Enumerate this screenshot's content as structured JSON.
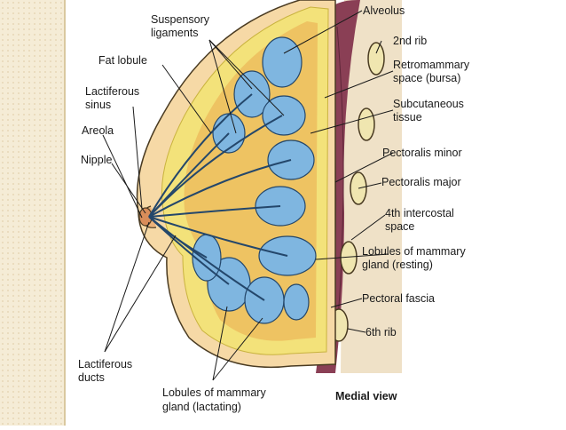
{
  "labels": {
    "suspensory": [
      "Suspensory",
      "ligaments"
    ],
    "alveolus": "Alveolus",
    "fat_lobule": "Fat lobule",
    "rib2": "2nd rib",
    "retromammary": [
      "Retromammary",
      "space (bursa)"
    ],
    "lactiferous_sinus": [
      "Lactiferous",
      "sinus"
    ],
    "subcutaneous": [
      "Subcutaneous",
      "tissue"
    ],
    "areola": "Areola",
    "pectoralis_minor": "Pectoralis minor",
    "nipple": "Nipple",
    "pectoralis_major": "Pectoralis major",
    "intercostal": [
      "4th intercostal",
      "space"
    ],
    "lobules_resting": [
      "Lobules of mammary",
      "gland (resting)"
    ],
    "pectoral_fascia": "Pectoral fascia",
    "rib6": "6th rib",
    "lactiferous_ducts": [
      "Lactiferous",
      "ducts"
    ],
    "lobules_lactating": [
      "Lobules of mammary",
      "gland (lactating)"
    ],
    "medial_view": "Medial view"
  },
  "colors": {
    "side_strip": "#f5ecd6",
    "fat": "#f3e27a",
    "lobule": "#7fb6e0",
    "muscle": "#8a3f55",
    "skin": "#f6d9a6",
    "rib": "#f0e6b0"
  }
}
